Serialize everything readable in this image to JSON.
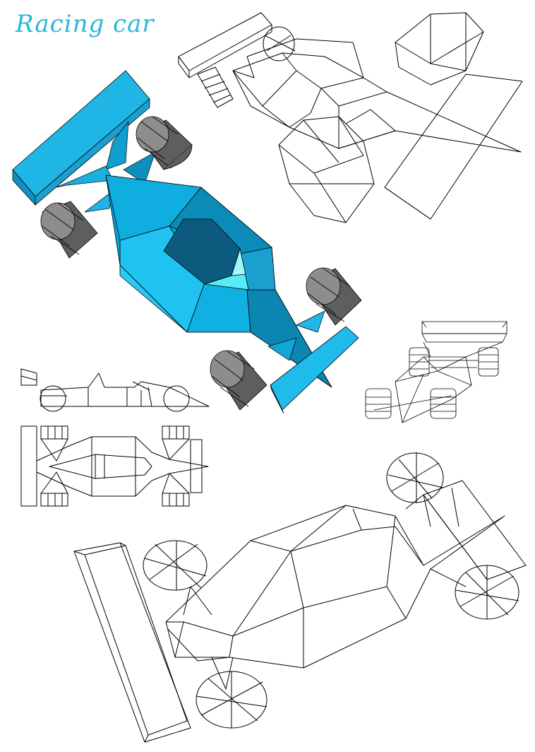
{
  "title": "Racing car",
  "colors": {
    "title": "#29b6d8",
    "body_light": "#26c6f2",
    "body_mid": "#00a8d8",
    "body_dark": "#0a86b0",
    "cockpit": "#0c5b7f",
    "cockpit_glass": "#58ecf5",
    "tire_top": "#8a8a8a",
    "tire_side": "#5c5c5c"
  },
  "views": [
    {
      "name": "shaded-perspective",
      "style": "shaded"
    },
    {
      "name": "wireframe-perspective-top-right",
      "style": "wireframe"
    },
    {
      "name": "wireframe-side-view",
      "style": "wireframe"
    },
    {
      "name": "wireframe-top-view",
      "style": "wireframe"
    },
    {
      "name": "wireframe-front-perspective",
      "style": "wireframe"
    },
    {
      "name": "wireframe-large-perspective",
      "style": "wireframe"
    }
  ]
}
